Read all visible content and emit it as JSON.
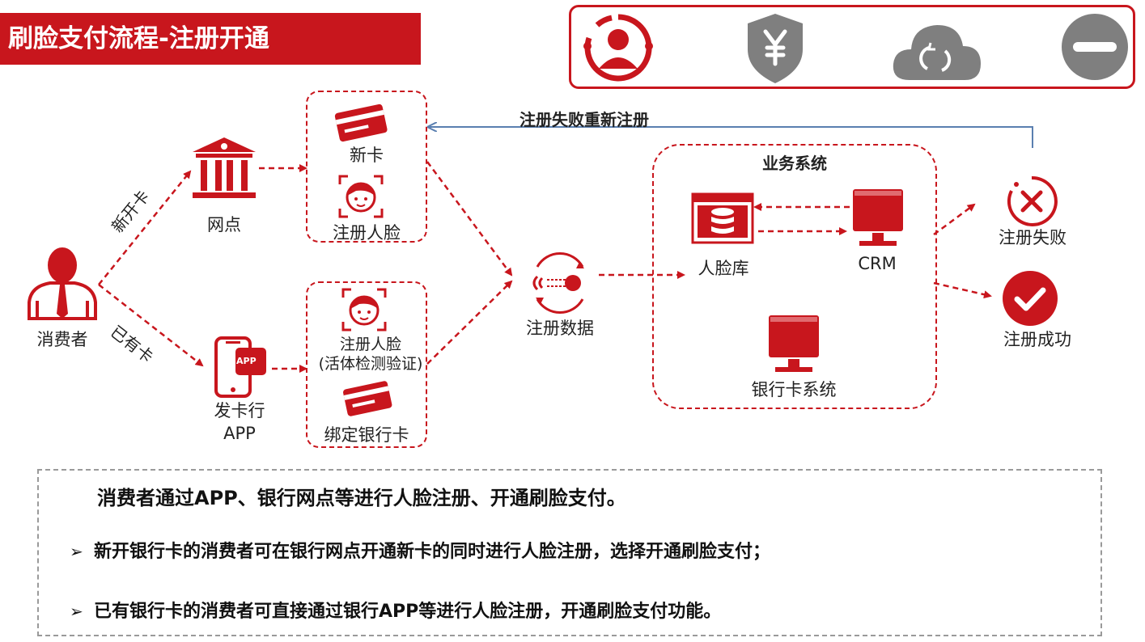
{
  "header": {
    "title": "刷脸支付流程-注册开通"
  },
  "top_icons": [
    "face-ring-icon",
    "yuan-shield-icon",
    "cloud-sync-icon",
    "minus-circle-icon"
  ],
  "colors": {
    "brand_red": "#c8161d",
    "arrow_blue": "#5a7fb0",
    "icon_gray": "#7f7f7f"
  },
  "consumer": {
    "label": "消费者"
  },
  "branch": {
    "label": "网点"
  },
  "issuer_app": {
    "label_line1": "发卡行",
    "label_line2": "APP",
    "badge": "APP"
  },
  "edges": {
    "new_card": "新开卡",
    "existing_card": "已有卡",
    "retry": "注册失败重新注册"
  },
  "group_top": {
    "new_card": "新卡",
    "register_face": "注册人脸"
  },
  "group_bottom": {
    "register_face_line1": "注册人脸",
    "register_face_line2": "(活体检测验证)",
    "bind_card": "绑定银行卡"
  },
  "register_data": {
    "label": "注册数据"
  },
  "business_system": {
    "title": "业务系统",
    "face_db": "人脸库",
    "crm": "CRM",
    "bank_card_system": "银行卡系统"
  },
  "results": {
    "fail": "注册失败",
    "success": "注册成功"
  },
  "summary": {
    "main": "消费者通过APP、银行网点等进行人脸注册、开通刷脸支付。",
    "bullet_mark": "➢",
    "bullets": [
      "新开银行卡的消费者可在银行网点开通新卡的同时进行人脸注册，选择开通刷脸支付；",
      "已有银行卡的消费者可直接通过银行APP等进行人脸注册，开通刷脸支付功能。"
    ]
  }
}
